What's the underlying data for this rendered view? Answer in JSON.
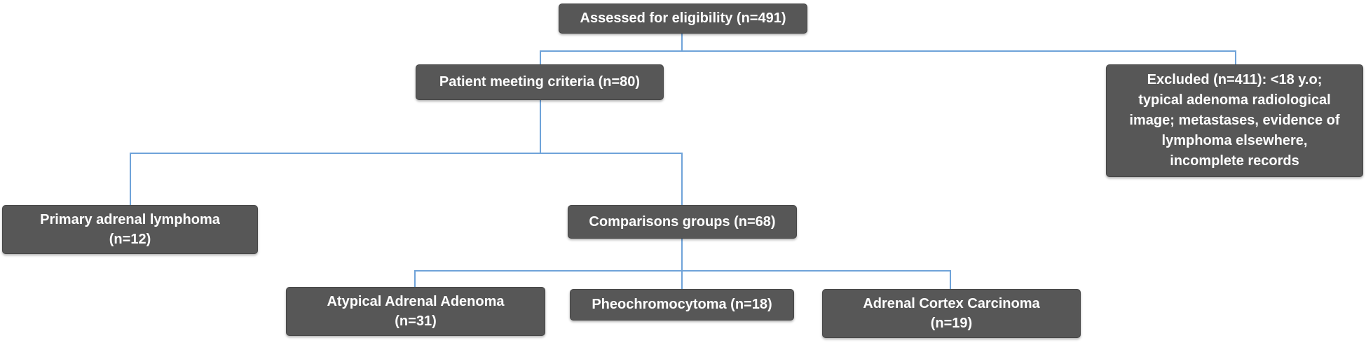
{
  "diagram": {
    "title": "Patient eligibility and group assignment flowchart",
    "type": "flowchart",
    "colors": {
      "node_background": "#575757",
      "node_text": "#ffffff",
      "connector": "#6fa3d9",
      "page_background": "#ffffff"
    },
    "nodes": [
      {
        "id": "assessed",
        "label": "Assessed for eligibility (n=491)"
      },
      {
        "id": "patient",
        "label": "Patient meeting criteria (n=80)"
      },
      {
        "id": "excluded",
        "label": "Excluded (n=411): <18 y.o;\ntypical adenoma radiological\nimage; metastases, evidence of\nlymphoma elsewhere,\nincomplete records"
      },
      {
        "id": "primary",
        "label": "Primary adrenal lymphoma\n(n=12)"
      },
      {
        "id": "comparisons",
        "label": "Comparisons groups (n=68)"
      },
      {
        "id": "atypical",
        "label": "Atypical Adrenal Adenoma\n(n=31)"
      },
      {
        "id": "pheo",
        "label": "Pheochromocytoma (n=18)"
      },
      {
        "id": "carcinoma",
        "label": "Adrenal Cortex Carcinoma\n(n=19)"
      }
    ]
  }
}
